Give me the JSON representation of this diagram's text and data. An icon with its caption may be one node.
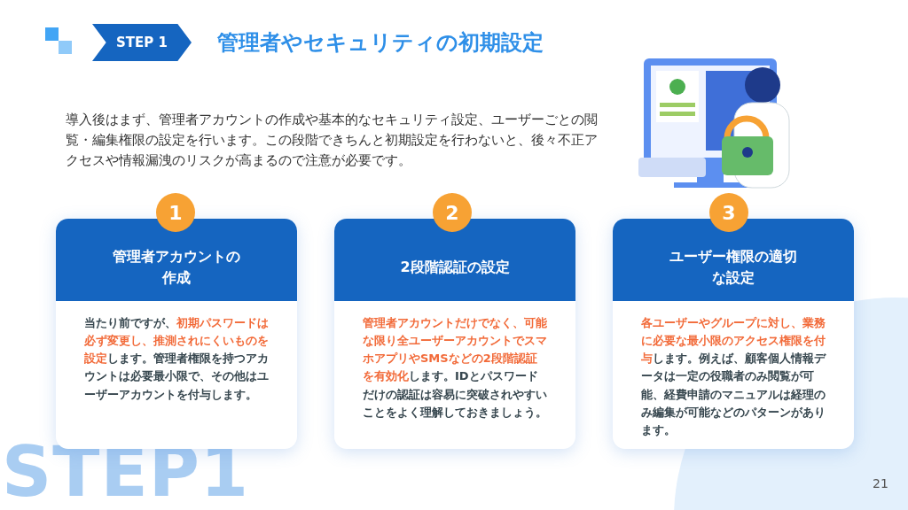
{
  "diagram": {
    "title": "管理者やセキュリティの初期設定",
    "nodes": [
      {
        "text": [
          "STEP 1"
        ]
      },
      {
        "text": [
          "1"
        ]
      },
      {
        "text": [
          "管理者アカウントの作成",
          "当たり前ですが、**初期パスワードは必ず変更し、推測されにくいものを設定**します。管理者権限を持つアカウントは必要最小限で、その他はユーザーアカウントを付与します。"
        ]
      },
      {
        "text": [
          "2"
        ]
      },
      {
        "text": [
          "2段階認証の設定",
          "**管理者アカウントだけでなく、可能な限り全ユーザーアカウントでスマホアプリやSMSなどの2段階認証を有効化**します。IDとパスワードだけの認証は容易に突破されやすいことをよく理解しておきましょう。"
        ]
      },
      {
        "text": [
          "3"
        ]
      },
      {
        "text": [
          "ユーザー権限の適切な設定",
          "**各ユーザーやグループに対し、業務に必要な最小限のアクセス権限を付与**します。例えば、顧客個人情報データは一定の役職者のみ閲覧が可能、経費申請のマニュアルは経理のみ編集が可能などのパターンがあります。"
        ]
      }
    ],
    "labels": [
      "導入後はまず、管理者アカウントの作成や基本的なセキュリティ設定、ユーザーごとの閲覧・編集権限の設定を行います。この段階できちんと初期設定を行わないと、後々不正アクセスや情報漏洩のリスクが高まるので注意が必要です。",
      "STEP1",
      "21"
    ]
  }
}
